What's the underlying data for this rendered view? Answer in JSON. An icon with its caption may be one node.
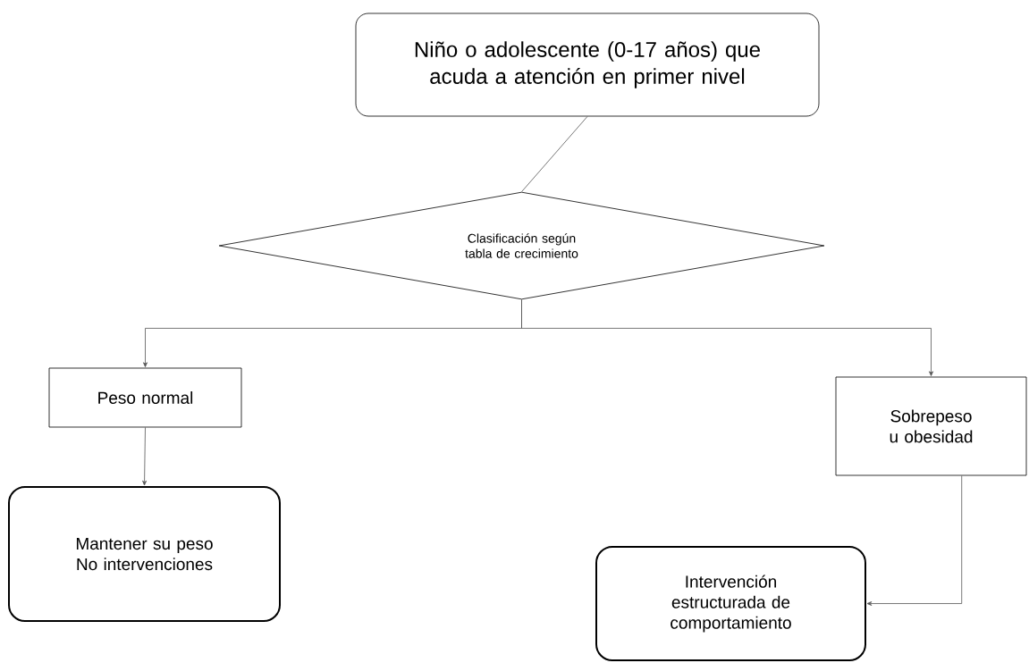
{
  "diagram": {
    "nodes": [
      {
        "text": [
          "Niño o adolescente (0-17 años) que acuda a atención en primer nivel"
        ]
      },
      {
        "text": [
          "Clasificación según tabla de crecimiento"
        ]
      },
      {
        "text": [
          "Peso normal"
        ]
      },
      {
        "text": [
          "Sobrepeso u obesidad"
        ]
      },
      {
        "text": [
          "Mantener su peso No intervenciones"
        ]
      },
      {
        "text": [
          "Intervención estructurada de comportamiento"
        ]
      }
    ],
    "edges": [
      {
        "from": 0,
        "to": 1,
        "arrow": "none"
      },
      {
        "from": 1,
        "to": 2,
        "arrow": "to"
      },
      {
        "from": 1,
        "to": 3,
        "arrow": "to"
      },
      {
        "from": 2,
        "to": 4,
        "arrow": "to"
      },
      {
        "from": 3,
        "to": 5,
        "arrow": "to"
      }
    ]
  }
}
